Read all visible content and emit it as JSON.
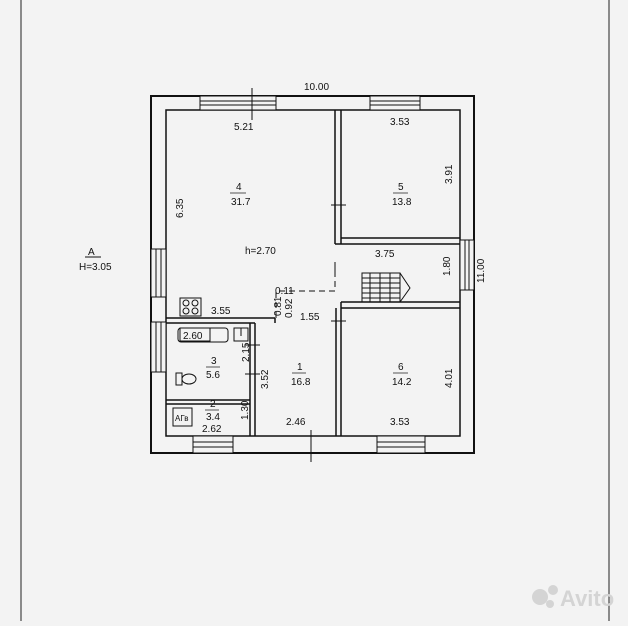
{
  "plan": {
    "overall_width": "10.00",
    "overall_depth": "11.00",
    "ceiling": "h=2.70",
    "section_mark": "A",
    "section_height": "H=3.05"
  },
  "rooms": [
    {
      "number": "4",
      "area": "31.7"
    },
    {
      "number": "5",
      "area": "13.8"
    },
    {
      "number": "6",
      "area": "14.2"
    },
    {
      "number": "1",
      "area": "16.8"
    },
    {
      "number": "3",
      "area": "5.6"
    },
    {
      "number": "2",
      "area": "3.4"
    }
  ],
  "dimensions": {
    "room4_width": "5.21",
    "room4_depth": "6.35",
    "room4_bottom": "3.55",
    "room5_width": "3.53",
    "room5_depth": "3.91",
    "hall_width": "3.75",
    "stair_depth": "1.80",
    "room6_width": "3.53",
    "room6_depth": "4.01",
    "corridor_width": "1.55",
    "room1_width": "2.46",
    "room1_depth": "3.52",
    "room3_width": "2.60",
    "room3_depth": "2.15",
    "room2_depth": "1.30",
    "room2_width": "2.62",
    "step_a": "0.11",
    "step_b": "0.81",
    "step_c": "0.92"
  },
  "boiler_label": "АГв",
  "watermark": "Avito"
}
